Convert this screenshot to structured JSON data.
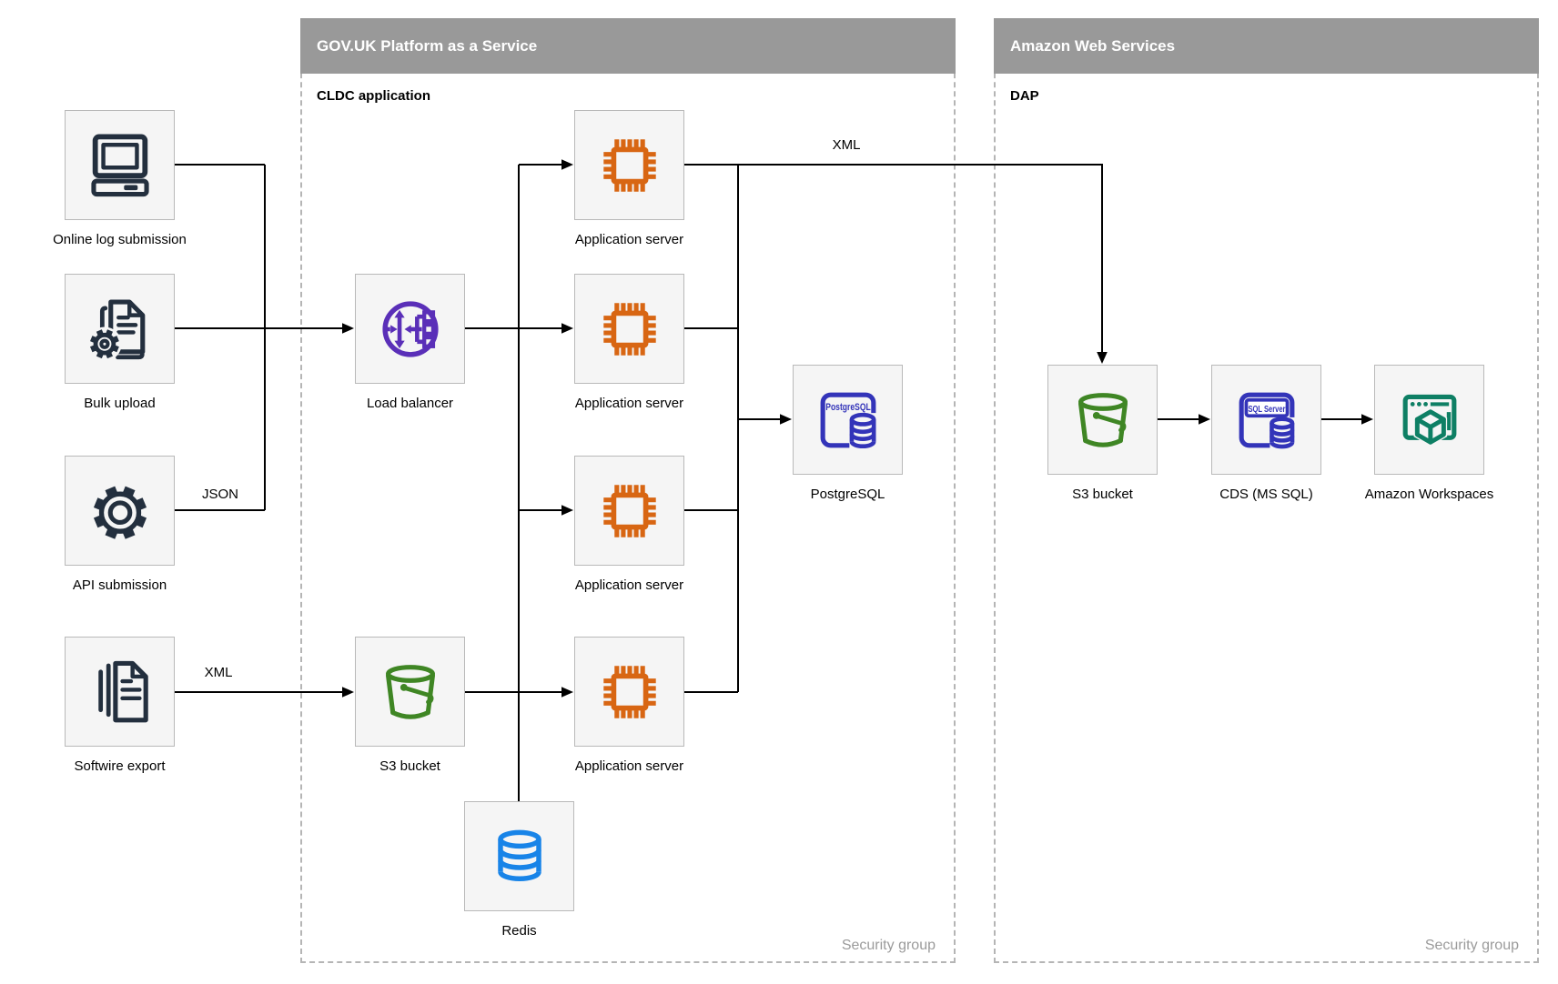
{
  "diagram": {
    "containers": {
      "paas": {
        "title": "GOV.UK Platform as a Service",
        "sublabel": "CLDC application",
        "security_label": "Security group"
      },
      "aws": {
        "title": "Amazon Web Services",
        "sublabel": "DAP",
        "security_label": "Security group"
      }
    },
    "nodes": {
      "online_log": {
        "label": "Online log submission",
        "icon": "desktop-computer-icon"
      },
      "bulk_upload": {
        "label": "Bulk upload",
        "icon": "document-gear-icon"
      },
      "api_submission": {
        "label": "API submission",
        "icon": "gear-icon"
      },
      "softwire_export": {
        "label": "Softwire export",
        "icon": "stacked-documents-icon"
      },
      "load_balancer": {
        "label": "Load balancer",
        "icon": "load-balancer-icon"
      },
      "s3_paas": {
        "label": "S3 bucket",
        "icon": "s3-bucket-icon"
      },
      "app_server_1": {
        "label": "Application server",
        "icon": "chip-icon"
      },
      "app_server_2": {
        "label": "Application server",
        "icon": "chip-icon"
      },
      "app_server_3": {
        "label": "Application server",
        "icon": "chip-icon"
      },
      "app_server_4": {
        "label": "Application server",
        "icon": "chip-icon"
      },
      "redis": {
        "label": "Redis",
        "icon": "database-cylinder-icon"
      },
      "postgres": {
        "label": "PostgreSQL",
        "icon": "postgresql-icon",
        "badge": "PostgreSQL"
      },
      "s3_aws": {
        "label": "S3 bucket",
        "icon": "s3-bucket-icon"
      },
      "cds": {
        "label": "CDS (MS SQL)",
        "icon": "sql-server-icon",
        "badge": "SQL Server"
      },
      "workspaces": {
        "label": "Amazon Workspaces",
        "icon": "amazon-workspaces-icon"
      }
    },
    "edge_labels": {
      "api_json": "JSON",
      "softwire_xml": "XML",
      "app_xml": "XML"
    },
    "edges": [
      {
        "from": "Online log submission",
        "to": "Load balancer",
        "label": ""
      },
      {
        "from": "Bulk upload",
        "to": "Load balancer",
        "label": ""
      },
      {
        "from": "API submission",
        "to": "Load balancer",
        "label": "JSON"
      },
      {
        "from": "Softwire export",
        "to": "S3 bucket (PaaS)",
        "label": "XML"
      },
      {
        "from": "Load balancer",
        "to": "Application servers",
        "label": ""
      },
      {
        "from": "S3 bucket (PaaS)",
        "to": "Application server",
        "label": ""
      },
      {
        "from": "Application servers",
        "to": "Redis",
        "label": ""
      },
      {
        "from": "Application servers",
        "to": "PostgreSQL",
        "label": ""
      },
      {
        "from": "Application server",
        "to": "S3 bucket (AWS DAP)",
        "label": "XML"
      },
      {
        "from": "S3 bucket (AWS DAP)",
        "to": "CDS (MS SQL)",
        "label": ""
      },
      {
        "from": "CDS (MS SQL)",
        "to": "Amazon Workspaces",
        "label": ""
      }
    ],
    "colors": {
      "navy": "#232F3E",
      "purple": "#5A2FB8",
      "orange": "#D86613",
      "green": "#3F8624",
      "indigo": "#3334B9",
      "blue": "#1884E8",
      "teal": "#0E7F64",
      "line": "#000000",
      "header_bg": "#999999",
      "header_text": "#FFFFFF",
      "box_fill": "#F5F5F5",
      "box_border": "#B9B9B9",
      "dashed_border": "#B5B5B5",
      "muted_text": "#9B9B9B",
      "text": "#000000"
    }
  }
}
